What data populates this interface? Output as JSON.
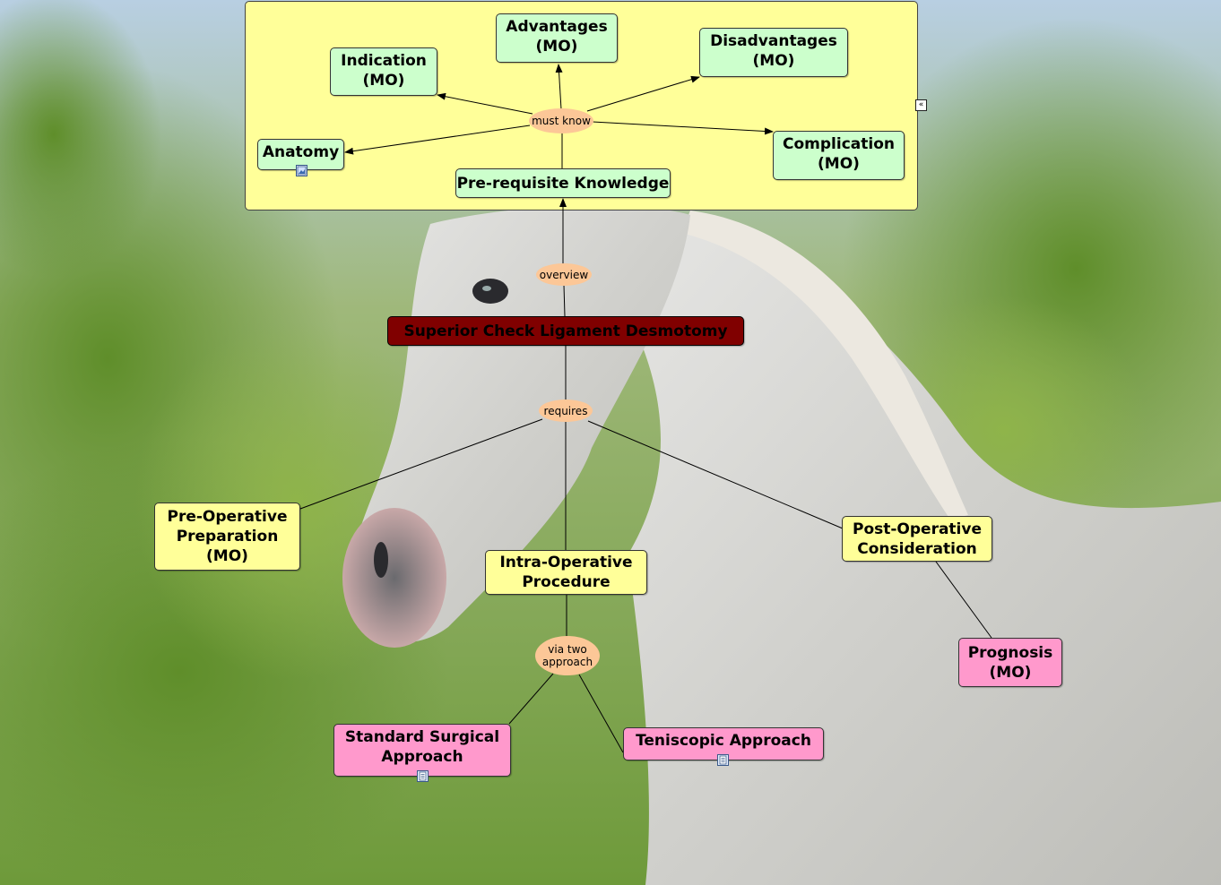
{
  "colors": {
    "group_fill": "#ffff99",
    "concept_green": "#ccffcc",
    "concept_yellow": "#ffff99",
    "concept_pink": "#ff99cc",
    "root_fill": "#800000",
    "link_label_fill": "#fcc797",
    "arrow": "#000000"
  },
  "concepts": {
    "root": "Superior Check Ligament Desmotomy",
    "prereq": "Pre-requisite Knowledge",
    "advantages": "Advantages\n(MO)",
    "indication": "Indication\n(MO)",
    "disadvantages": "Disadvantages\n(MO)",
    "complication": "Complication\n(MO)",
    "anatomy": "Anatomy",
    "preop": "Pre-Operative\nPreparation\n(MO)",
    "intraop": "Intra-Operative\nProcedure",
    "postop": "Post-Operative\nConsideration",
    "prognosis": "Prognosis\n(MO)",
    "standard": "Standard Surgical\nApproach",
    "teniscopic": "Teniscopic Approach"
  },
  "linking_phrases": {
    "must_know": "must know",
    "overview": "overview",
    "requires": "requires",
    "via_two": "via two\napproach"
  },
  "icons": {
    "collapse": "double-chevron-left-icon",
    "image_resource": "image-resource-icon",
    "document_resource": "document-resource-icon"
  }
}
